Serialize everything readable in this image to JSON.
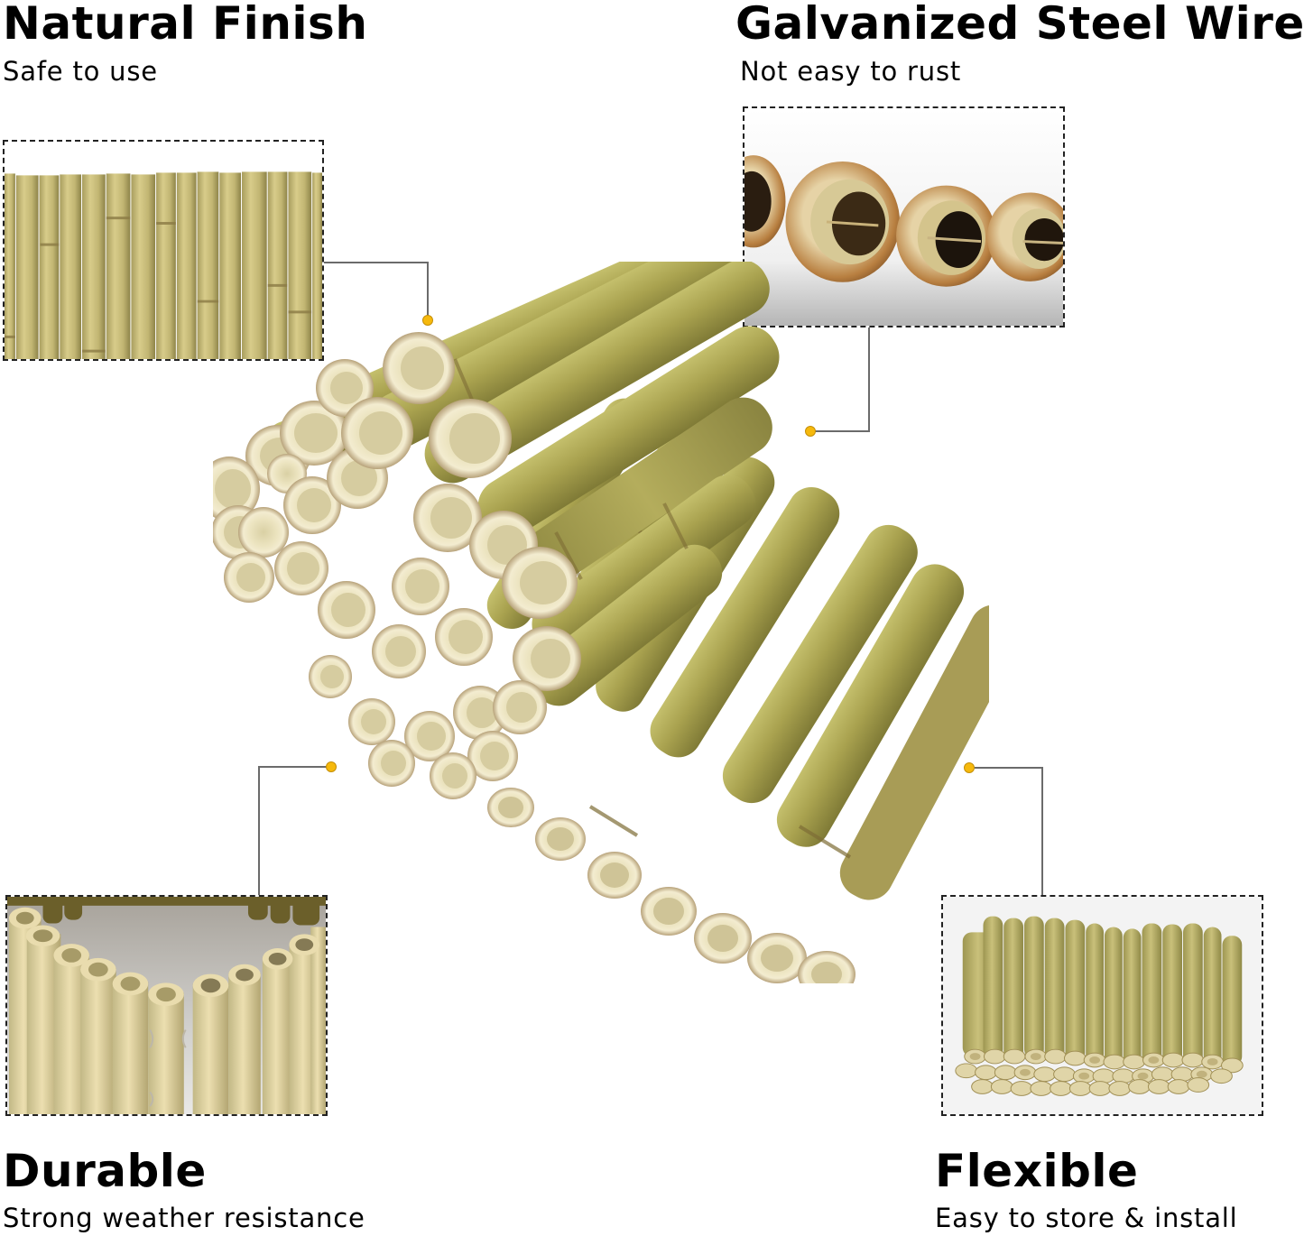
{
  "features": [
    {
      "id": "natural-finish",
      "title": "Natural Finish",
      "subtitle": "Safe to use",
      "image": "bamboo-fence-closeup"
    },
    {
      "id": "galvanized-steel-wire",
      "title": "Galvanized Steel Wire",
      "subtitle": "Not easy to rust",
      "image": "bamboo-tube-ends-with-wire"
    },
    {
      "id": "durable",
      "title": "Durable",
      "subtitle": "Strong weather resistance",
      "image": "curved-bamboo-border"
    },
    {
      "id": "flexible",
      "title": "Flexible",
      "subtitle": "Easy to store & install",
      "image": "stacked-bamboo-roll"
    }
  ],
  "product": {
    "image": "rolled-bamboo-garden-edging"
  },
  "colors": {
    "text": "#000000",
    "connector_line": "#6b6b6b",
    "marker_dot": "#f6b90c",
    "frame_border": "#222222",
    "bamboo_green": "#a9a652",
    "bamboo_light": "#d9d2a4"
  }
}
